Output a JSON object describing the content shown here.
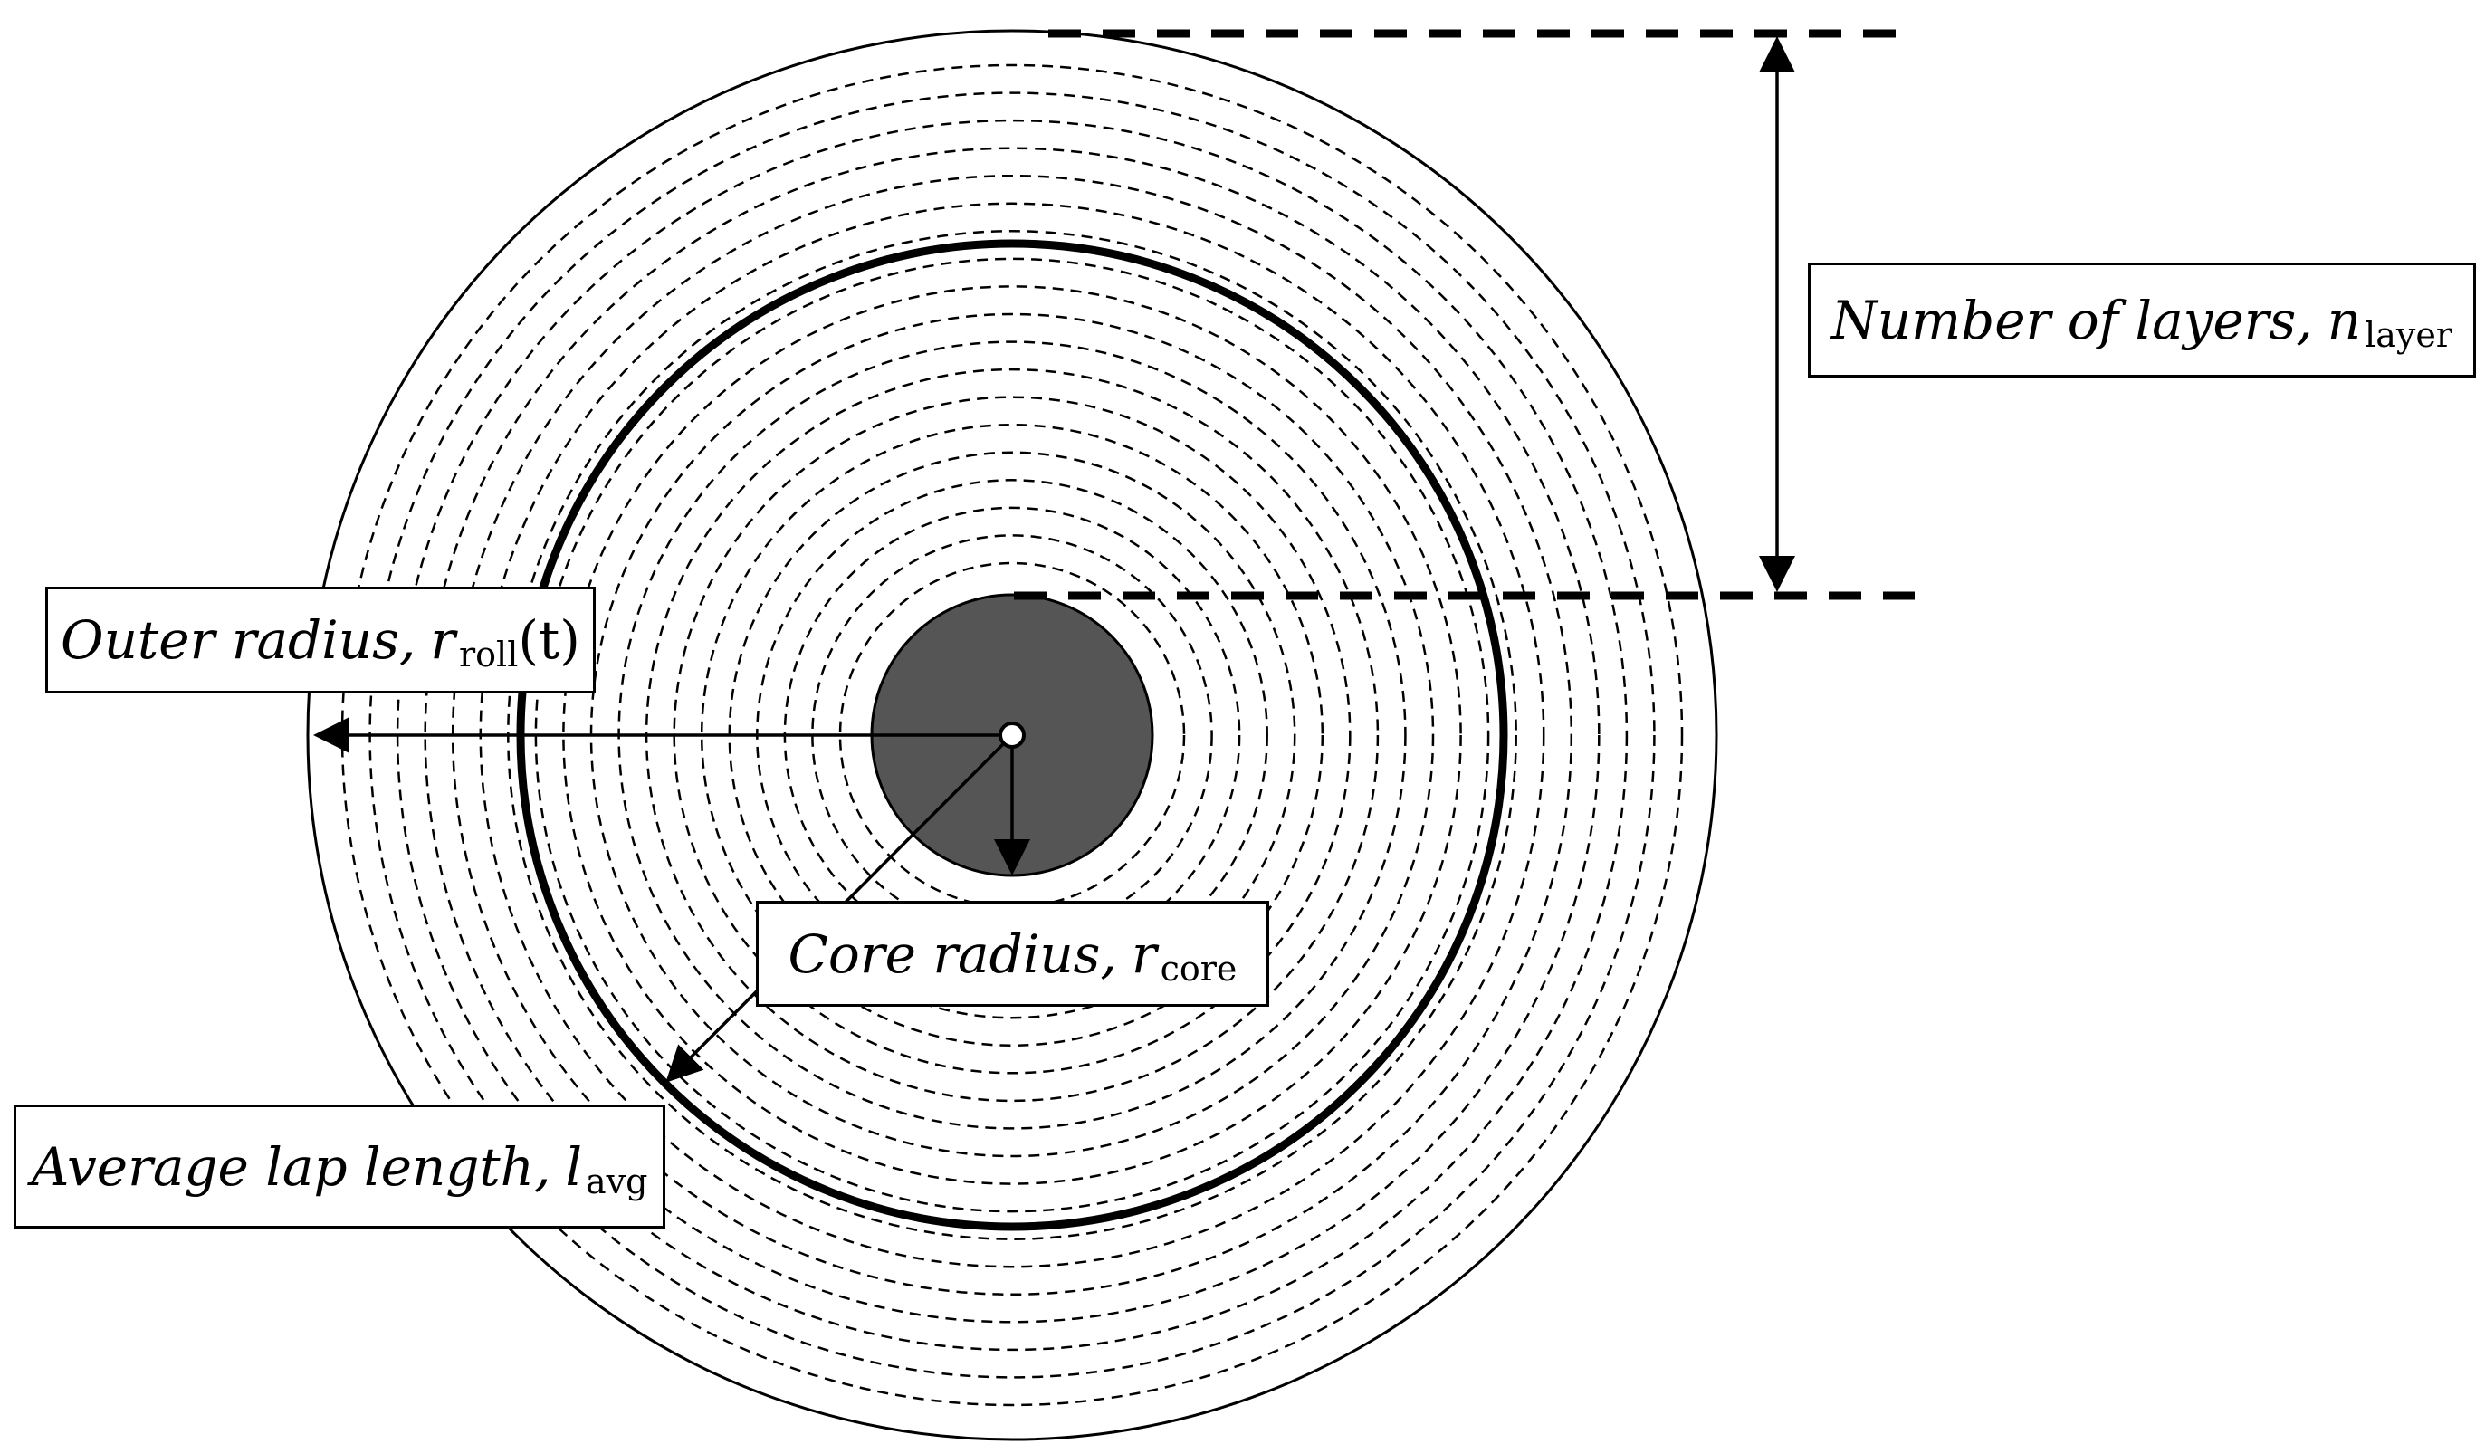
{
  "diagram": {
    "labels": {
      "layers": {
        "text": "Number of layers,",
        "symbol": "n",
        "subscript": "layer"
      },
      "outer": {
        "text": "Outer radius,",
        "symbol": "r",
        "subscript": "roll",
        "suffix": "(t)"
      },
      "core": {
        "text": "Core radius,",
        "symbol": "r",
        "subscript": "core"
      },
      "lap": {
        "text": "Average lap length,",
        "symbol": "l",
        "subscript": "avg"
      }
    },
    "colors": {
      "ink": "#000000",
      "core_fill": "#555555",
      "background": "#ffffff"
    },
    "dashed_layer_count": 19
  }
}
